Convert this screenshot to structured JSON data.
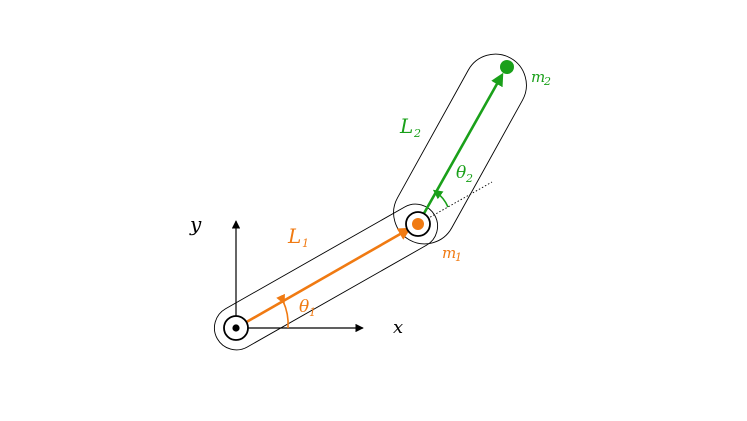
{
  "colors": {
    "link1": "#f07a12",
    "link2": "#1aa01a",
    "outline": "#000000",
    "background": "#ffffff"
  },
  "axes": {
    "x_label": "x",
    "y_label": "y"
  },
  "link1": {
    "length_label": "L",
    "length_sub": "1",
    "angle_label": "θ",
    "angle_sub": "1",
    "mass_label": "m",
    "mass_sub": "1"
  },
  "link2": {
    "length_label": "L",
    "length_sub": "2",
    "angle_label": "θ",
    "angle_sub": "2",
    "mass_label": "m",
    "mass_sub": "2"
  }
}
